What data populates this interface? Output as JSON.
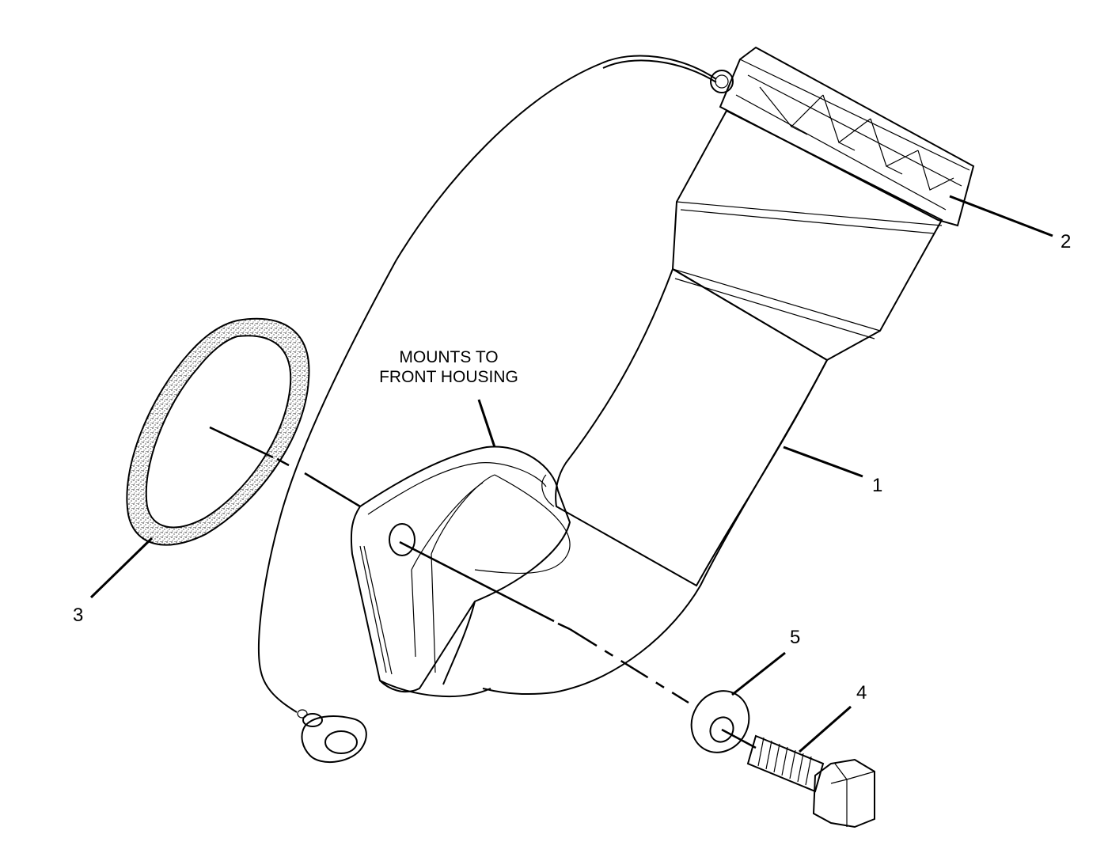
{
  "diagram": {
    "note": {
      "line1": "MOUNTS TO",
      "line2": "FRONT HOUSING"
    },
    "callouts": [
      {
        "id": "1",
        "label": "1"
      },
      {
        "id": "2",
        "label": "2"
      },
      {
        "id": "3",
        "label": "3"
      },
      {
        "id": "4",
        "label": "4"
      },
      {
        "id": "5",
        "label": "5"
      }
    ]
  }
}
